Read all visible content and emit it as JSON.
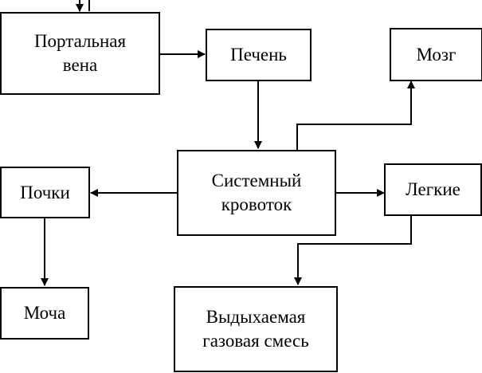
{
  "diagram": {
    "nodes": {
      "portal_vein": {
        "line1": "Портальная",
        "line2": "вена"
      },
      "liver": {
        "label": "Печень"
      },
      "brain": {
        "label": "Мозг"
      },
      "systemic": {
        "line1": "Системный",
        "line2": "кровоток"
      },
      "kidneys": {
        "label": "Почки"
      },
      "lungs": {
        "label": "Легкие"
      },
      "urine": {
        "label": "Моча"
      },
      "exhaled": {
        "line1": "Выдыхаемая",
        "line2": "газовая смесь"
      }
    },
    "edges": [
      {
        "from": "incoming",
        "to": "portal_vein"
      },
      {
        "from": "portal_vein",
        "to": "liver"
      },
      {
        "from": "liver",
        "to": "systemic"
      },
      {
        "from": "systemic",
        "to": "brain"
      },
      {
        "from": "systemic",
        "to": "kidneys"
      },
      {
        "from": "systemic",
        "to": "lungs"
      },
      {
        "from": "kidneys",
        "to": "urine"
      },
      {
        "from": "lungs",
        "to": "exhaled"
      }
    ]
  }
}
